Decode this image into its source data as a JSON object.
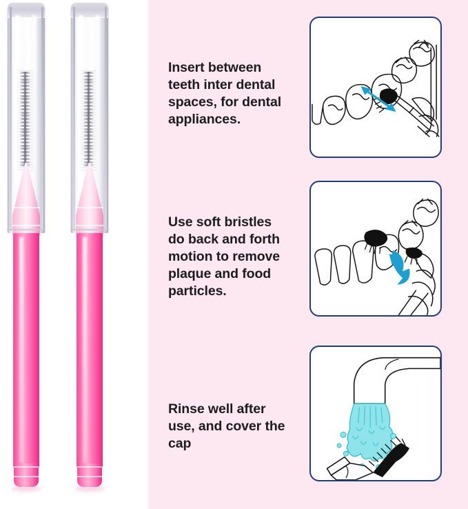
{
  "product": {
    "name": "interdental-brush",
    "count": 2,
    "colors": {
      "background": "#fde7f1",
      "panel_background": "#ffffff",
      "handle_pink": "#ff72b4",
      "neck_pink": "#ffd8ea",
      "cap_clear": "#f4f3f8",
      "bristle_gray": "#8d8c97",
      "panel_border": "#1f3d7a",
      "arrow_blue": "#1f9ed0",
      "water_blue": "#8fe3ea",
      "text": "#1c1c1c"
    },
    "parts": {
      "cap_label": "protective-cap",
      "brush_head_label": "wire-bristle-head",
      "neck_label": "tapered-neck",
      "handle_label": "handle"
    }
  },
  "steps": [
    {
      "id": "step-1",
      "text": "Insert between teeth inter dental spaces, for dental appliances.",
      "lines": [
        "Insert between",
        "teeth inter dental",
        "spaces, for dental",
        "appliances."
      ],
      "illustration": {
        "name": "teeth-insert-illustration",
        "depicts": "interdental brush inserted between molars with double-headed blue arrow",
        "arrow": "double-headed-arrow",
        "arrow_color": "#1f9ed0"
      }
    },
    {
      "id": "step-2",
      "text": "Use soft bristles do back and forth motion to remove plaque and food particles.",
      "lines": [
        "Use soft bristles",
        "do back and forth",
        "motion to remove",
        "plaque and food",
        "particles."
      ],
      "illustration": {
        "name": "back-and-forth-motion-illustration",
        "depicts": "brush cleaning between teeth with curved blue motion arrow",
        "arrow": "curved-arrow",
        "arrow_color": "#1f9ed0"
      }
    },
    {
      "id": "step-3",
      "text": "Rinse well after use, and cover the cap",
      "lines": [
        "Rinse well after",
        "use, and cover the",
        "cap"
      ],
      "illustration": {
        "name": "rinse-under-faucet-illustration",
        "depicts": "brush head rinsed under running water from a tap",
        "water_color": "#8fe3ea"
      }
    }
  ]
}
